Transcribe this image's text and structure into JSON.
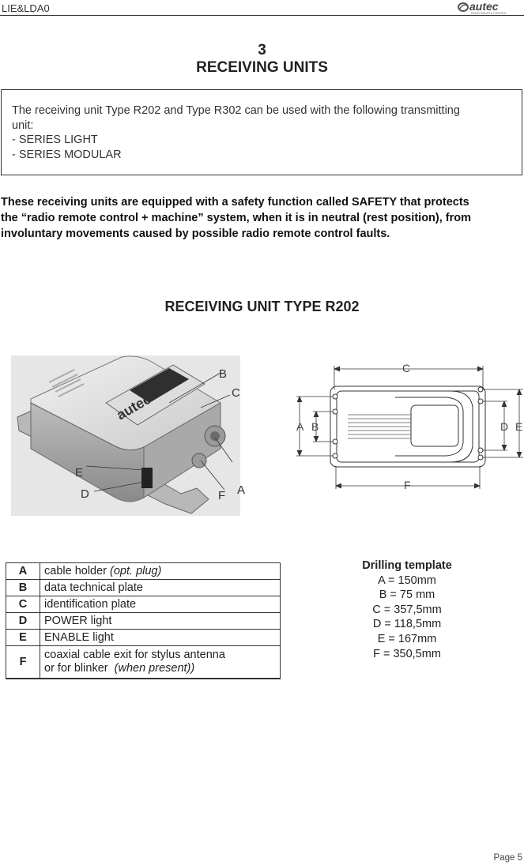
{
  "header": {
    "doc_code": "LIE&LDA0",
    "logo_text": "autec",
    "logo_tagline": "RADIO REMOTE CONTROL"
  },
  "chapter": {
    "number": "3",
    "title": "RECEIVING UNITS"
  },
  "intro_box": {
    "line1": "The receiving unit Type R202 and Type R302 can be used with the following transmitting",
    "line2": "unit:",
    "item1": "- SERIES LIGHT",
    "item2": "- SERIES MODULAR"
  },
  "safety_paragraph": {
    "line1": "These receiving units are equipped with a safety function called SAFETY that protects",
    "line2": "the “radio remote control + machine” system, when it is in neutral (rest position), from",
    "line3": "involuntary movements caused by possible radio remote control faults."
  },
  "section_title": "RECEIVING UNIT TYPE R202",
  "figure_photo": {
    "callouts": {
      "A": "A",
      "B": "B",
      "C": "C",
      "D": "D",
      "E": "E",
      "F": "F"
    },
    "housing_brand": "autec"
  },
  "figure_drawing": {
    "callouts": {
      "A": "A",
      "B": "B",
      "C": "C",
      "D": "D",
      "E": "E",
      "F": "F"
    }
  },
  "legend": [
    {
      "key": "A",
      "text": "cable holder ",
      "italic": "(opt. plug)"
    },
    {
      "key": "B",
      "text": "data technical plate",
      "italic": ""
    },
    {
      "key": "C",
      "text": "identification plate",
      "italic": ""
    },
    {
      "key": "D",
      "text": "POWER light",
      "italic": ""
    },
    {
      "key": "E",
      "text": "ENABLE light",
      "italic": ""
    },
    {
      "key": "F",
      "text": "coaxial cable exit for stylus antenna",
      "text2": "or for blinker  ",
      "italic": "(when present))"
    }
  ],
  "drilling": {
    "title": "Drilling template",
    "lines": [
      "A = 150mm",
      "B = 75 mm",
      "C = 357,5mm",
      "D = 118,5mm",
      "E = 167mm",
      "F = 350,5mm"
    ]
  },
  "footer": {
    "page": "Page 5"
  }
}
